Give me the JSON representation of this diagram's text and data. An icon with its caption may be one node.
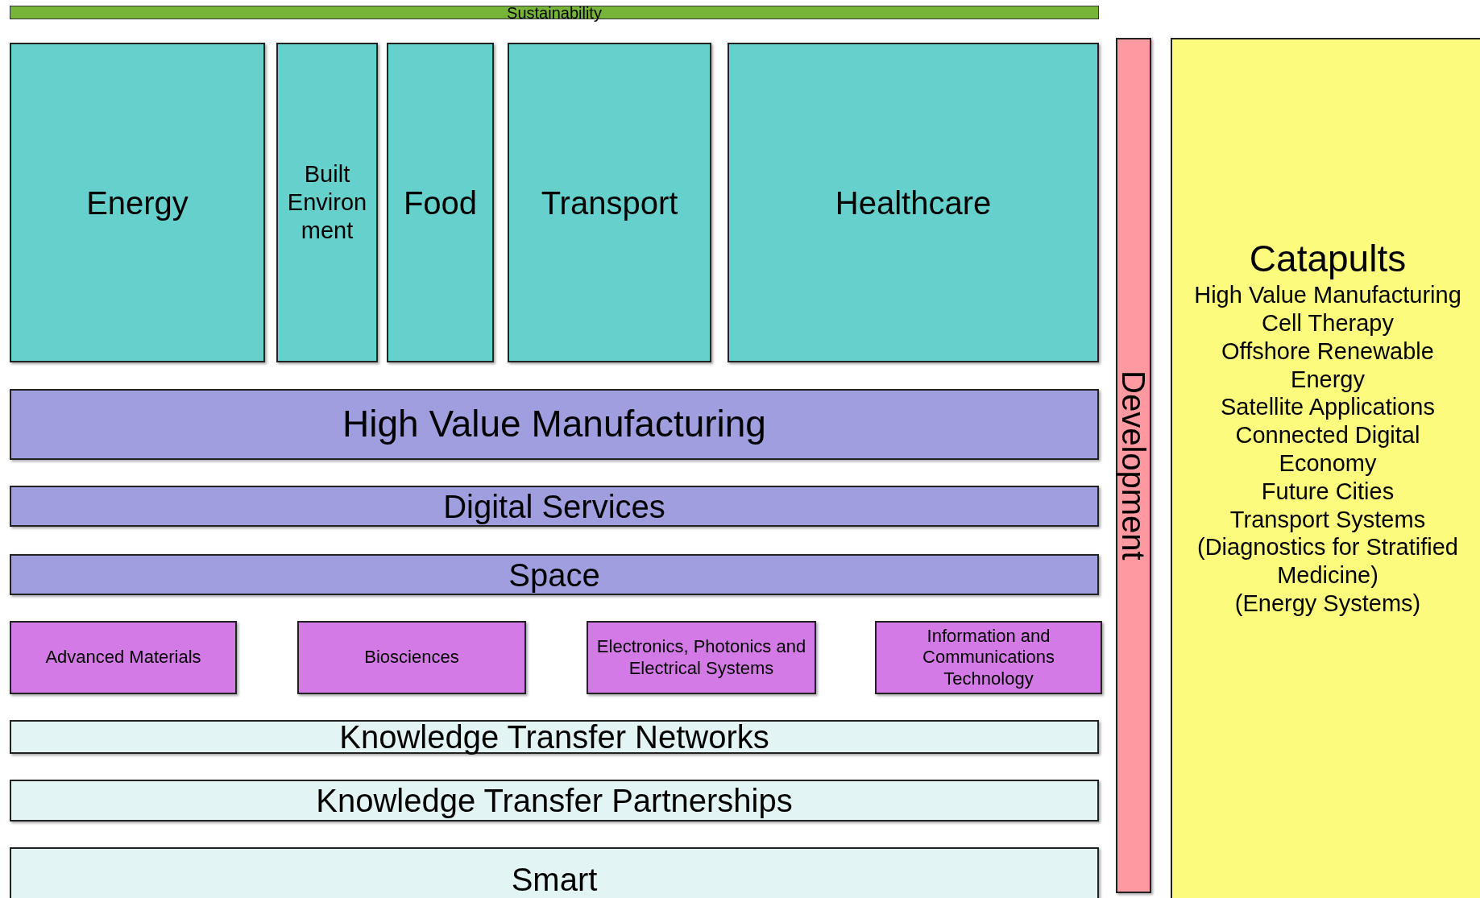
{
  "diagram": {
    "nodes": [
      {
        "text": [
          "Sustainability"
        ]
      },
      {
        "text": [
          "Energy"
        ]
      },
      {
        "text": [
          "Built Environment"
        ]
      },
      {
        "text": [
          "Food"
        ]
      },
      {
        "text": [
          "Transport"
        ]
      },
      {
        "text": [
          "Healthcare"
        ]
      },
      {
        "text": [
          "High Value Manufacturing"
        ]
      },
      {
        "text": [
          "Digital Services"
        ]
      },
      {
        "text": [
          "Space"
        ]
      },
      {
        "text": [
          "Advanced Materials"
        ]
      },
      {
        "text": [
          "Biosciences"
        ]
      },
      {
        "text": [
          "Electronics, Photonics and Electrical Systems"
        ]
      },
      {
        "text": [
          "Information and Communications Technology"
        ]
      },
      {
        "text": [
          "Knowledge Transfer Networks"
        ]
      },
      {
        "text": [
          "Knowledge Transfer Partnerships"
        ]
      },
      {
        "text": [
          "Smart"
        ]
      },
      {
        "text": [
          "Development"
        ]
      },
      {
        "text": [
          "Catapults",
          "High Value Manufacturing",
          "Cell Therapy",
          "Offshore Renewable Energy",
          "Satellite Applications",
          "Connected Digital Economy",
          "Future Cities",
          "Transport Systems",
          "(Diagnostics for Stratified Medicine)",
          "(Energy Systems)"
        ]
      }
    ],
    "edges": []
  }
}
